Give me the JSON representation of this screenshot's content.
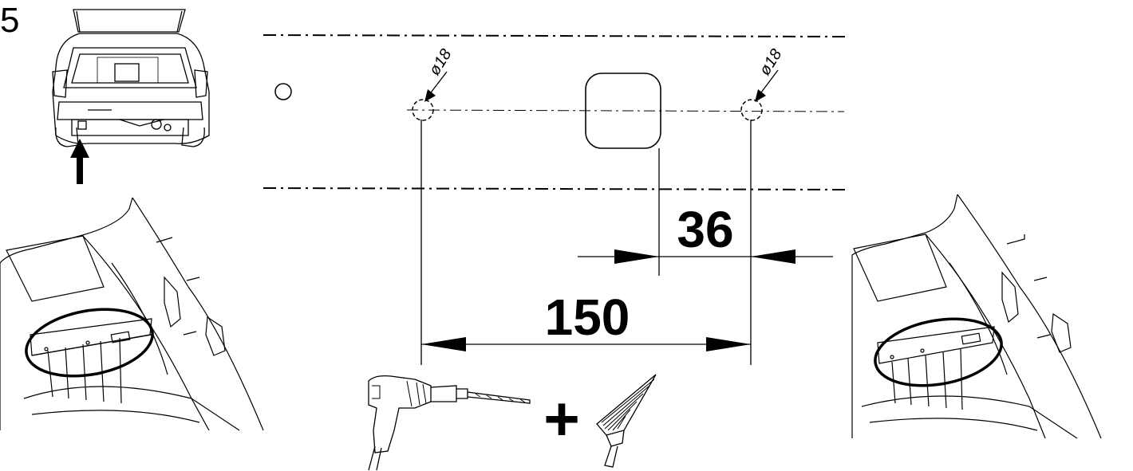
{
  "step": {
    "number": "5"
  },
  "holes": {
    "diameter_label": "ø18"
  },
  "dimensions": {
    "offset_value": "36",
    "spacing_value": "150"
  },
  "tools": {
    "plus_sign": "+"
  },
  "colors": {
    "line": "#000000",
    "background": "#ffffff"
  }
}
